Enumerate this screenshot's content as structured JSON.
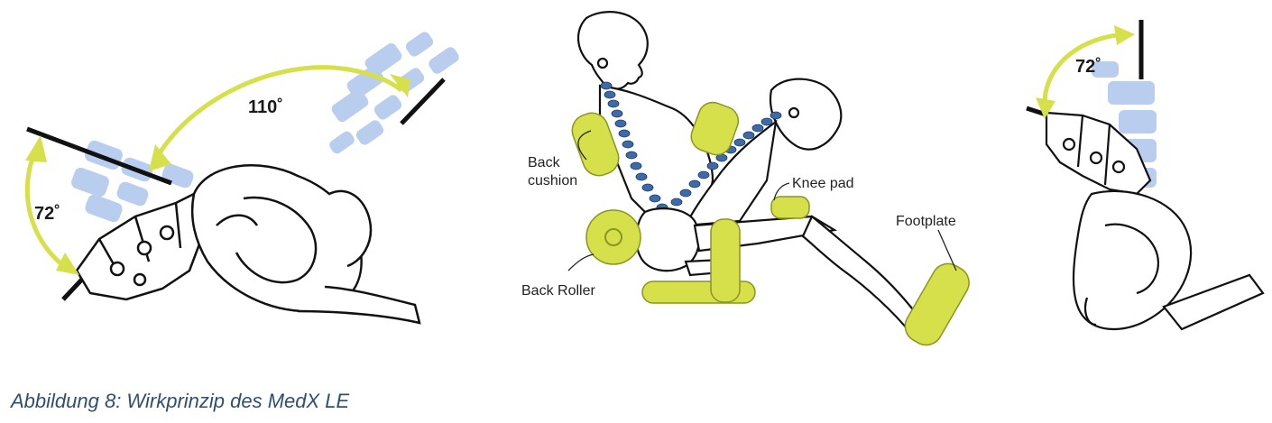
{
  "panels": {
    "left": {
      "angle_small": "72˚",
      "angle_large": "110˚"
    },
    "middle": {
      "labels": {
        "back_cushion_line1": "Back",
        "back_cushion_line2": "cushion",
        "knee_pad": "Knee pad",
        "footplate": "Footplate",
        "back_roller": "Back Roller"
      }
    },
    "right": {
      "angle": "72˚"
    }
  },
  "caption": "Abbildung 8: Wirkprinzip des MedX LE",
  "colors": {
    "accent_yellow": "#d6e04a",
    "spine_blue": "#b9cdee",
    "spine_dark_blue": "#3f6aa8",
    "line": "#111111",
    "caption": "#2f4f6f"
  }
}
